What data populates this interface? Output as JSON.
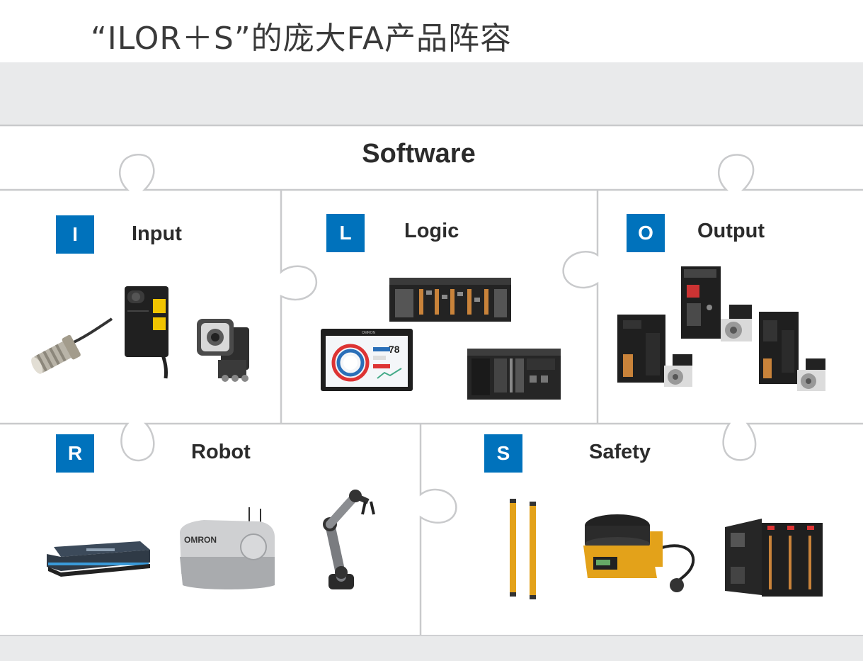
{
  "page": {
    "title": "“ILOR＋S”的庞大FA产品阵容"
  },
  "software": {
    "title": "Software"
  },
  "colors": {
    "badge": "#0072bc",
    "band": "#e9eaeb",
    "outline": "#c9cacc"
  },
  "panels": [
    {
      "letter": "I",
      "title": "Input",
      "products": [
        "proximity-sensor-icon",
        "photoelectric-sensor-icon",
        "vision-camera-icon"
      ]
    },
    {
      "letter": "L",
      "title": "Logic",
      "products": [
        "plc-rack-icon",
        "hmi-touch-panel-icon",
        "controller-unit-icon"
      ],
      "hmi_screen": {
        "brand": "OMRON",
        "gauge_value": "78"
      }
    },
    {
      "letter": "O",
      "title": "Output",
      "products": [
        "servo-drive-icon",
        "servo-motor-icon",
        "servo-drive-icon",
        "servo-motor-icon"
      ]
    },
    {
      "letter": "R",
      "title": "Robot",
      "products": [
        "mobile-robot-platform-icon",
        "autonomous-mobile-robot-icon",
        "collaborative-robot-arm-icon"
      ],
      "amr_brand": "OMRON"
    },
    {
      "letter": "S",
      "title": "Safety",
      "products": [
        "safety-light-curtain-icon",
        "safety-laser-scanner-icon",
        "safety-controller-icon"
      ]
    }
  ]
}
